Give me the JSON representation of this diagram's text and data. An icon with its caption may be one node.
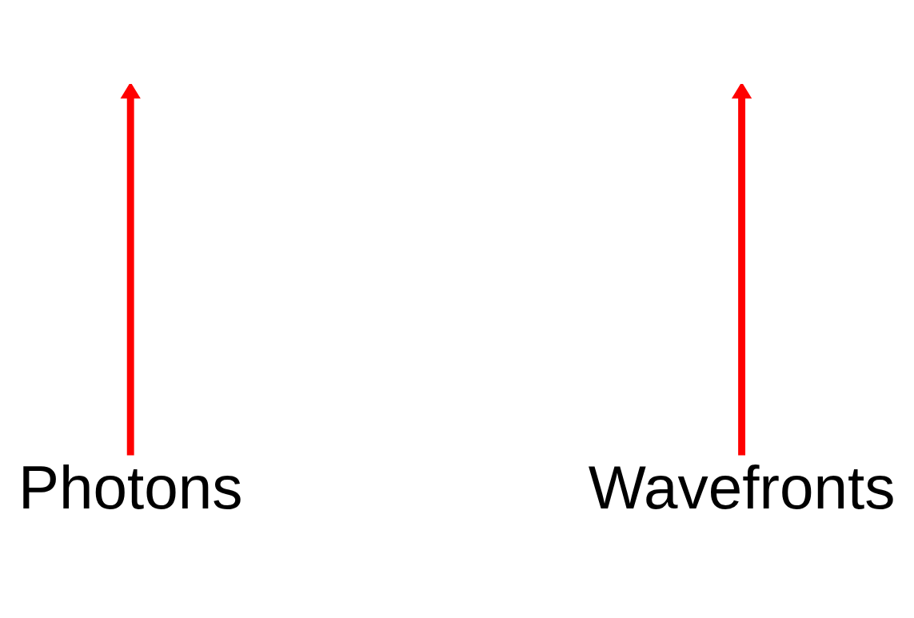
{
  "diagram": {
    "nodes": [
      {
        "text": [
          "Photons"
        ]
      },
      {
        "text": [
          "Wavefronts"
        ]
      }
    ],
    "edges": [
      {
        "from": 0,
        "to": null,
        "arrow": "to"
      },
      {
        "from": 1,
        "to": null,
        "arrow": "to"
      }
    ]
  }
}
